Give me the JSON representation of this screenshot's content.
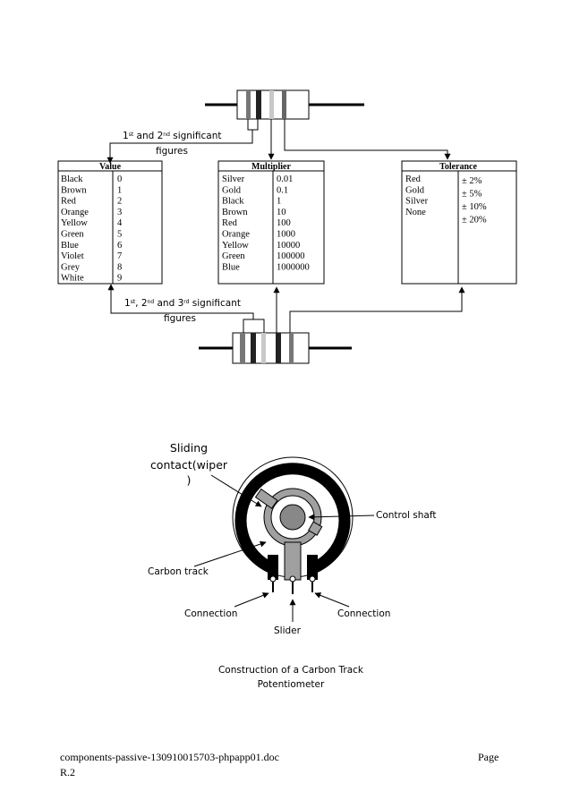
{
  "colors": {
    "line": "#000000",
    "band_dark": "#222222",
    "band_mid": "#777777",
    "band_light": "#c8c8c8",
    "resistor_body": "#ffffff",
    "wiper": "#a0a0a0",
    "shaft": "#888888"
  },
  "resistor_labels": {
    "top_label_line1": "1st and 2nd significant",
    "top_label_line2": "figures",
    "bottom_label_line1": "1st, 2nd and 3rd significant",
    "bottom_label_line2": "figures"
  },
  "tables": {
    "value": {
      "title": "Value",
      "names": [
        "Black",
        "Brown",
        "Red",
        "Orange",
        "Yellow",
        "Green",
        "Blue",
        "Violet",
        "Grey",
        "White"
      ],
      "values": [
        "0",
        "1",
        "2",
        "3",
        "4",
        "5",
        "6",
        "7",
        "8",
        "9"
      ]
    },
    "multiplier": {
      "title": "Multiplier",
      "names": [
        "Silver",
        "Gold",
        "Black",
        "Brown",
        "Red",
        "Orange",
        "Yellow",
        "Green",
        "Blue"
      ],
      "values": [
        "0.01",
        "0.1",
        "1",
        "10",
        "100",
        "1000",
        "10000",
        "100000",
        "1000000"
      ]
    },
    "tolerance": {
      "title": "Tolerance",
      "names": [
        "Red",
        "Gold",
        "Silver",
        "None"
      ],
      "values": [
        "± 2%",
        "± 5%",
        "± 10%",
        "± 20%"
      ]
    }
  },
  "potentiometer": {
    "wiper_label_line1": "Sliding",
    "wiper_label_line2": "contact(wiper",
    "wiper_label_line3": ")",
    "control_shaft": "Control shaft",
    "carbon_track": "Carbon track",
    "connection_left": "Connection",
    "connection_right": "Connection",
    "slider": "Slider",
    "caption_line1": "Construction of a Carbon Track",
    "caption_line2": "Potentiometer"
  },
  "footer": {
    "filename": "components-passive-130910015703-phpapp01.doc",
    "revision": "R.2",
    "page_label": "Page"
  }
}
